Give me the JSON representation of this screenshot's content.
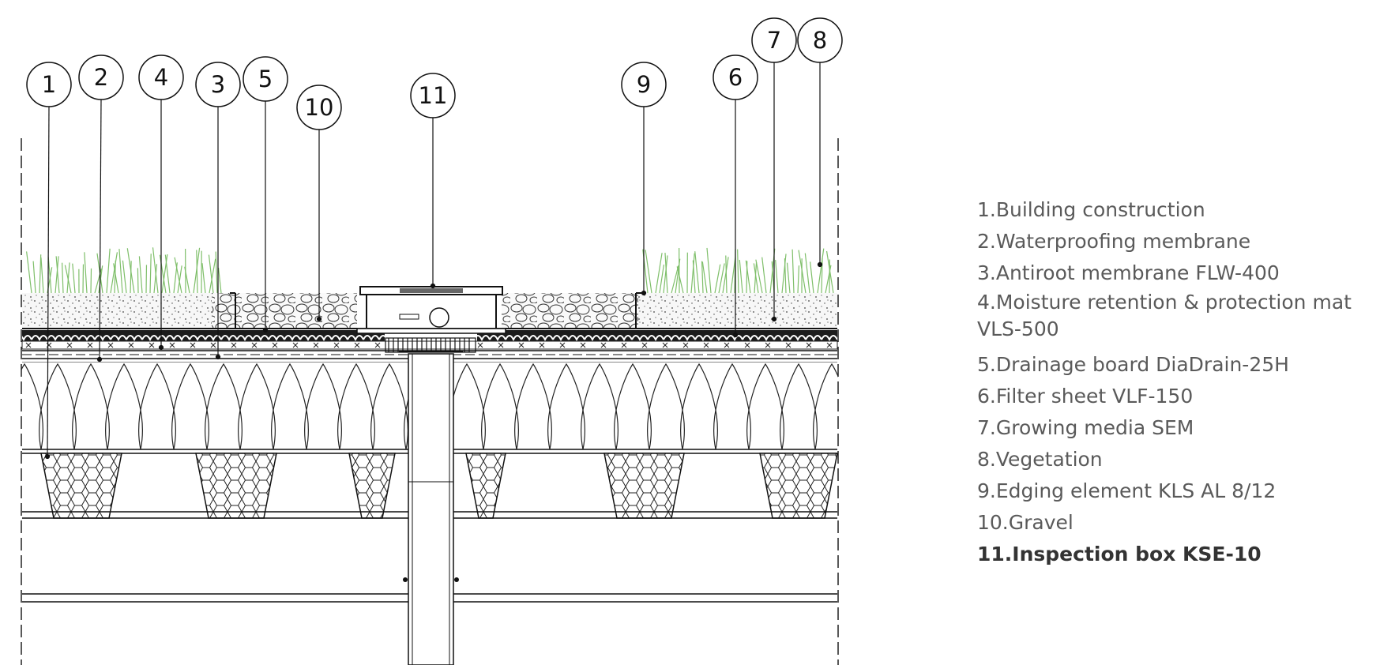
{
  "callouts": [
    {
      "id": "1"
    },
    {
      "id": "2"
    },
    {
      "id": "4"
    },
    {
      "id": "3"
    },
    {
      "id": "5"
    },
    {
      "id": "10"
    },
    {
      "id": "11"
    },
    {
      "id": "9"
    },
    {
      "id": "6"
    },
    {
      "id": "7"
    },
    {
      "id": "8"
    }
  ],
  "legend": [
    {
      "text": "1.Building construction"
    },
    {
      "text": "2.Waterproofing membrane"
    },
    {
      "text": "3.Antiroot membrane FLW-400"
    },
    {
      "text": "4.Moisture retention &  protection mat VLS-500"
    },
    {
      "text": "5.Drainage board DiaDrain-25H"
    },
    {
      "text": "6.Filter sheet VLF-150"
    },
    {
      "text": "7.Growing media SEM"
    },
    {
      "text": "8.Vegetation"
    },
    {
      "text": "9.Edging element KLS AL 8/12"
    },
    {
      "text": "10.Gravel"
    },
    {
      "text": "11.Inspection box KSE-10"
    }
  ],
  "colors": {
    "line": "#1a1a1a",
    "vegetation": "#7fbf6a",
    "legend_text": "#5a5a5a",
    "legend_bold": "#333333"
  }
}
